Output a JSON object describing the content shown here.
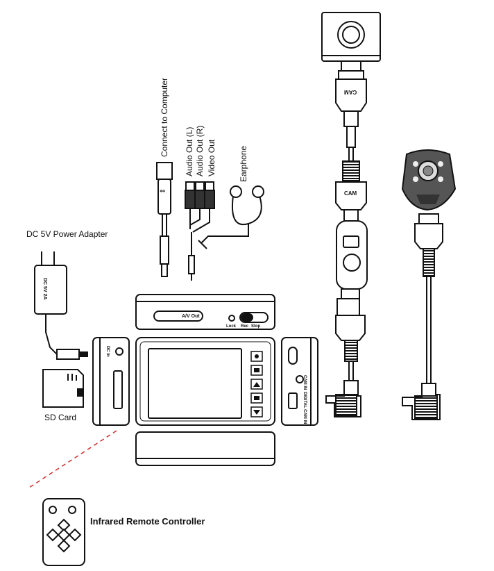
{
  "labels": {
    "connect_computer": "Connect to Computer",
    "audio_out_l": "Audio Out (L)",
    "audio_out_r": "Audio Out (R)",
    "video_out": "Video Out",
    "earphone": "Earphone",
    "power_adapter": "DC 5V Power Adapter",
    "sd_card": "SD Card",
    "remote": "Infrared Remote Controller"
  },
  "device_markings": {
    "av_out": "A/V Out",
    "lock": "Lock",
    "rec": "Rec",
    "stop": "Stop",
    "dc_in": "DC In",
    "adapter_text": "DC 5V 2A",
    "cam_top": "CAM",
    "cam_mid": "CAM",
    "cam_in": "CAM IN",
    "digital_out": "DIGITAL CAM IN"
  },
  "colors": {
    "line": "#111111",
    "red_dash": "#d12a2a"
  }
}
